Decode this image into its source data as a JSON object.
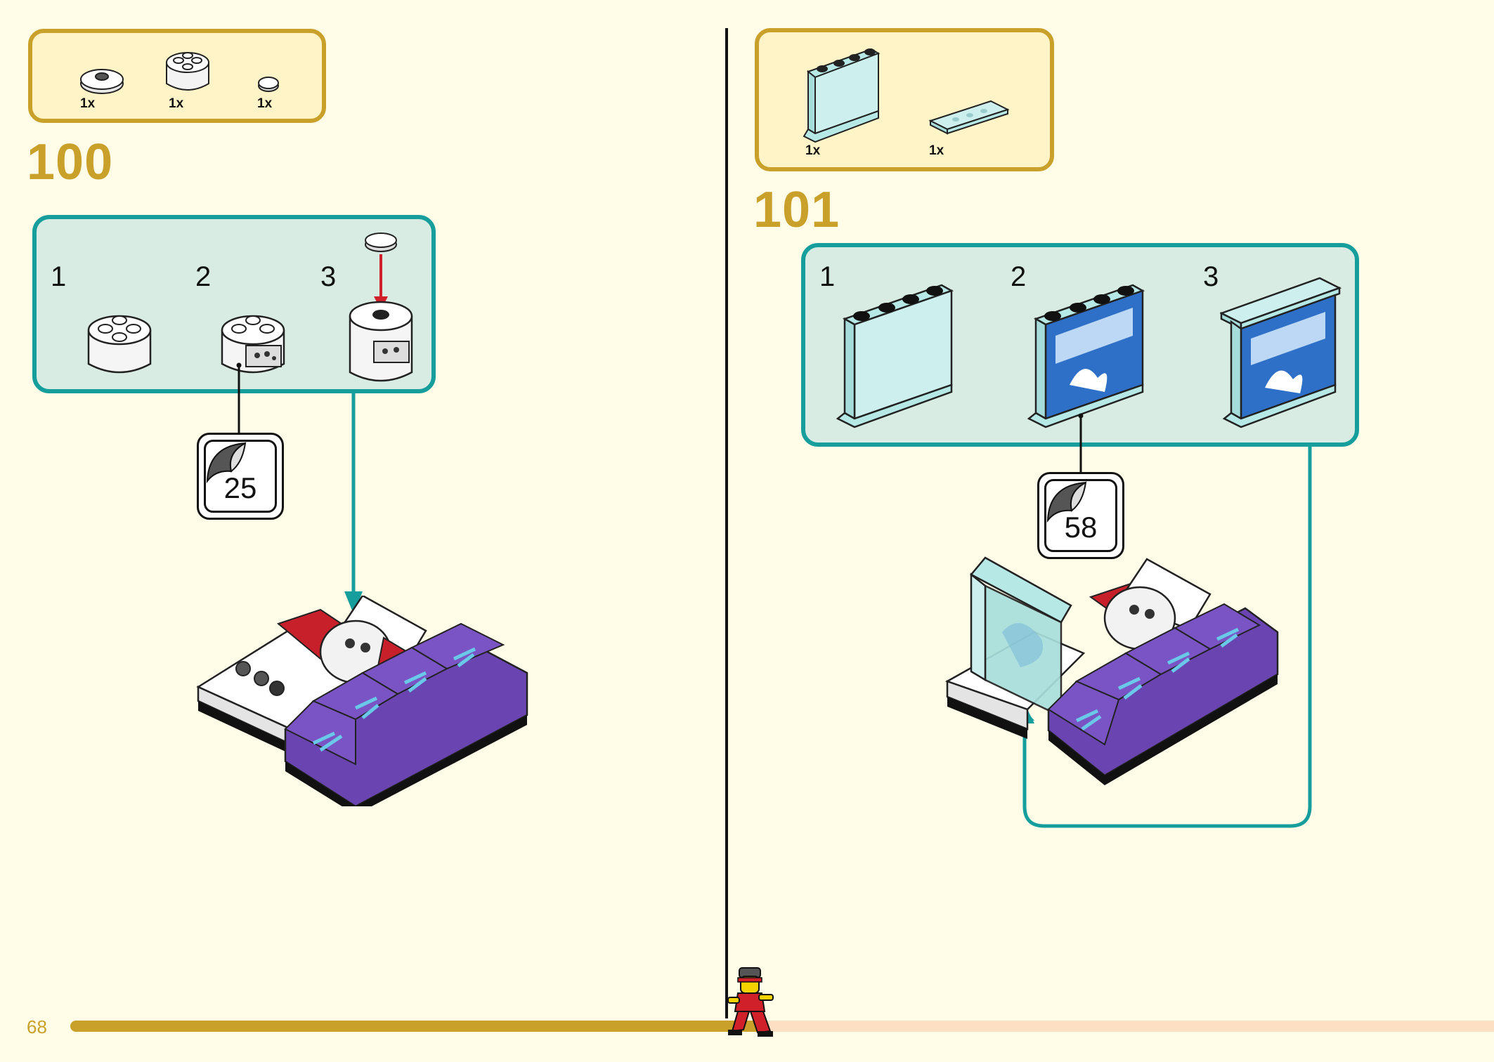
{
  "page": {
    "number": "68"
  },
  "steps": [
    {
      "number": "100",
      "parts": [
        {
          "icon": "round-plate-2x2-white",
          "qty": "1x"
        },
        {
          "icon": "round-brick-2x2-white",
          "qty": "1x"
        },
        {
          "icon": "round-tile-1x1-white",
          "qty": "1x"
        }
      ],
      "substeps": [
        "1",
        "2",
        "3"
      ],
      "sticker": "25"
    },
    {
      "number": "101",
      "parts": [
        {
          "icon": "panel-1x4x3-trans-light-blue",
          "qty": "1x"
        },
        {
          "icon": "plate-1x4-trans-light-blue",
          "qty": "1x"
        }
      ],
      "substeps": [
        "1",
        "2",
        "3"
      ],
      "sticker": "58"
    }
  ],
  "colors": {
    "background": "#fffce8",
    "parts_box_fill": "#fff4c8",
    "gold_accent": "#c9a12a",
    "subassembly_fill": "#d8ece4",
    "teal_border": "#169e9c",
    "progress_remaining": "#fde0c4",
    "purple_brick": "#6a44b0",
    "trans_light_blue": "#b6e8e6"
  },
  "progress": {
    "fraction": 0.49
  }
}
